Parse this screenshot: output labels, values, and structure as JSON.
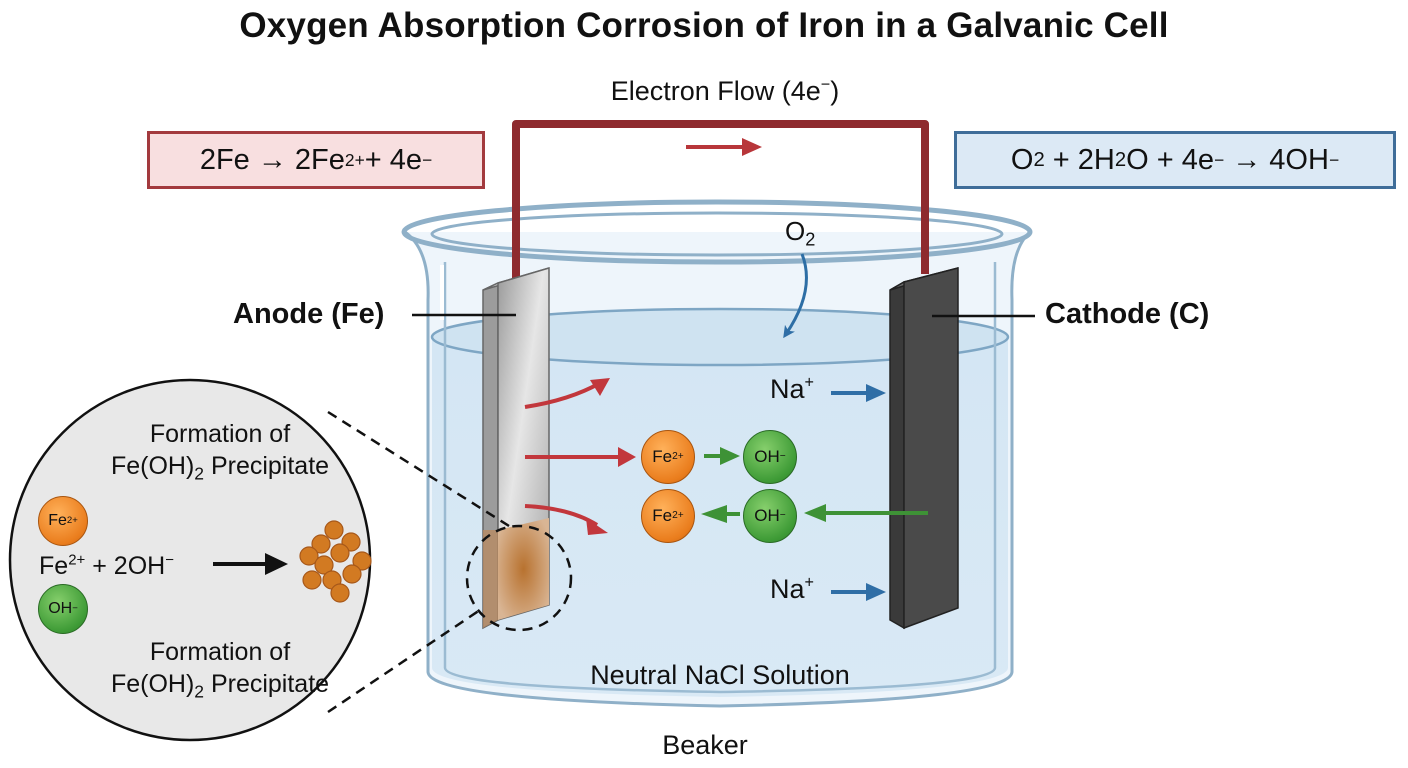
{
  "title": "Oxygen Absorption Corrosion of Iron in a Galvanic Cell",
  "electron_flow": {
    "label_main": "Electron Flow (4e",
    "label_sup": "−",
    "label_end": ")"
  },
  "anode_reaction": {
    "parts": [
      "2Fe → 2Fe",
      "2+",
      " + 4e",
      "−"
    ]
  },
  "cathode_reaction": {
    "o": "O",
    "o_sub": "2",
    "mid1": " + 2H",
    "h_sub": "2",
    "mid2": "O + 4e",
    "e_sup": "−",
    "mid3": " → 4OH",
    "oh_sup": "−"
  },
  "labels": {
    "anode": "Anode (Fe)",
    "cathode": "Cathode (C)",
    "oxygen": "O",
    "oxygen_sub": "2",
    "sodium": "Na",
    "sodium_sup": "+",
    "solution": "Neutral NaCl Solution",
    "beaker": "Beaker"
  },
  "ions": {
    "fe": "Fe",
    "fe_sup": "2+",
    "oh": "OH",
    "oh_sup": "−"
  },
  "zoom_inset": {
    "title_line1": "Formation of",
    "title_line2_a": "Fe(OH)",
    "title_line2_sub": "2",
    "title_line2_b": " Precipitate",
    "equation_a": "Fe",
    "equation_sup1": "2+",
    "equation_b": " + 2OH",
    "equation_sup2": "−"
  },
  "colors": {
    "wire": "#8e2a2e",
    "electron_arrow": "#b8363a",
    "ion_migration_arrow": "#c2373c",
    "oxygen_arrow": "#2d6ea5",
    "sodium_arrow": "#2f6ea6",
    "hydroxide_arrow": "#3e9236",
    "solution": "#d9e9f5",
    "anode_metal": "#b9b9b9",
    "cathode_carbon": "#4a4a4a",
    "rust": "#c07a3c",
    "precipitate": "#d27a22"
  }
}
